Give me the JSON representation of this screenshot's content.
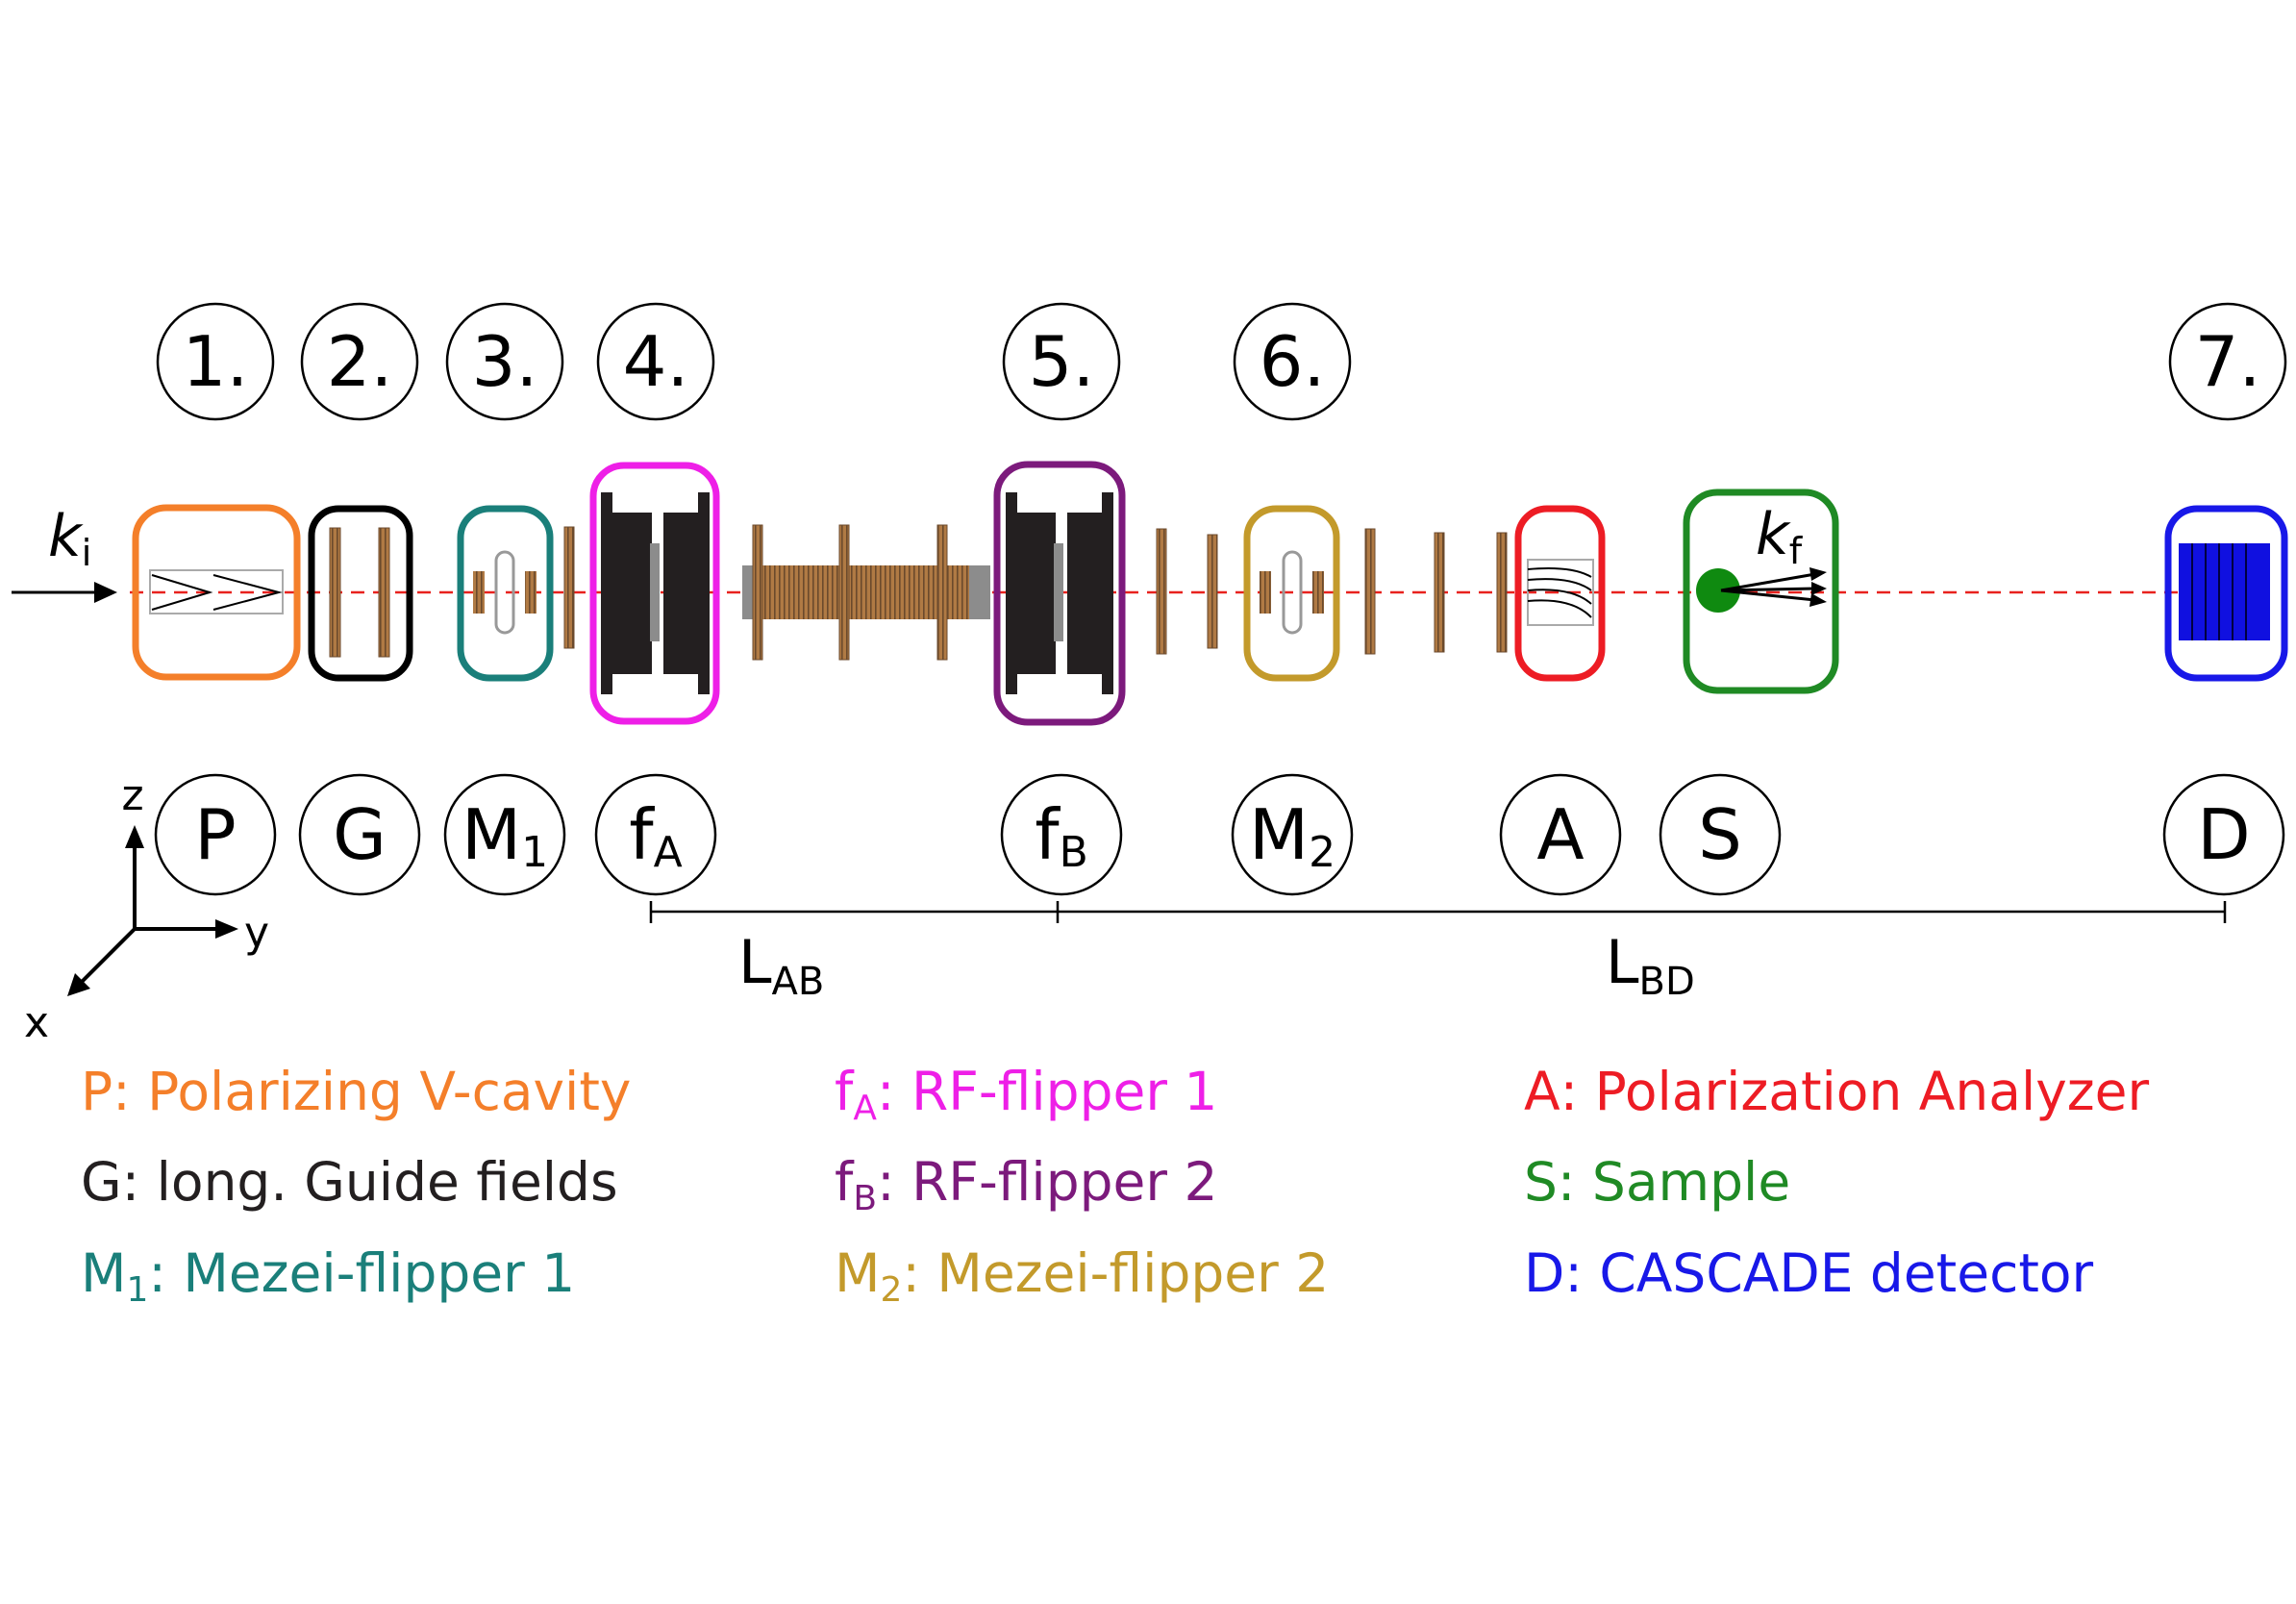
{
  "beam": {
    "ki_base": "k",
    "ki_sub": "i",
    "kf_base": "k",
    "kf_sub": "f"
  },
  "steps": [
    "1.",
    "2.",
    "3.",
    "4.",
    "5.",
    "6.",
    "7."
  ],
  "components": [
    {
      "id": "P",
      "base": "P",
      "sub": ""
    },
    {
      "id": "G",
      "base": "G",
      "sub": ""
    },
    {
      "id": "M1",
      "base": "M",
      "sub": "1"
    },
    {
      "id": "fA",
      "base": "f",
      "sub": "A"
    },
    {
      "id": "fB",
      "base": "f",
      "sub": "B"
    },
    {
      "id": "M2",
      "base": "M",
      "sub": "2"
    },
    {
      "id": "A",
      "base": "A",
      "sub": ""
    },
    {
      "id": "S",
      "base": "S",
      "sub": ""
    },
    {
      "id": "D",
      "base": "D",
      "sub": ""
    }
  ],
  "axes": {
    "z": "z",
    "y": "y",
    "x": "x"
  },
  "distances": {
    "lab": {
      "base": "L",
      "sub": "AB"
    },
    "lbd": {
      "base": "L",
      "sub": "BD"
    }
  },
  "legend": {
    "P": {
      "sym": "P",
      "sub": "",
      "text": ": Polarizing V-cavity",
      "color": "#f47f2a"
    },
    "G": {
      "sym": "G",
      "sub": "",
      "text": ": long. Guide fields",
      "color": "#231f20"
    },
    "M1": {
      "sym": "M",
      "sub": "1",
      "text": ": Mezei-flipper 1",
      "color": "#1a7f7a"
    },
    "fA": {
      "sym": "f",
      "sub": "A",
      "text": ": RF-flipper 1",
      "color": "#ee1fe7"
    },
    "fB": {
      "sym": "f",
      "sub": "B",
      "text": ": RF-flipper 2",
      "color": "#7c1a7c"
    },
    "M2": {
      "sym": "M",
      "sub": "2",
      "text": ": Mezei-flipper 2",
      "color": "#c39a2b"
    },
    "A": {
      "sym": "A",
      "sub": "",
      "text": ": Polarization Analyzer",
      "color": "#ed1c24"
    },
    "S": {
      "sym": "S",
      "sub": "",
      "text": ": Sample",
      "color": "#1f8a24"
    },
    "D": {
      "sym": "D",
      "sub": "",
      "text": ": CASCADE detector",
      "color": "#1818e8"
    }
  },
  "colors": {
    "beam_line": "#e8221e",
    "coil": "#b07a44",
    "coil_dark": "#6b4a2c",
    "magnet": "#231f20",
    "guide_tube": "#8c8c8c",
    "sample_dot": "#0f8a10",
    "detector_fill": "#1010e0"
  }
}
